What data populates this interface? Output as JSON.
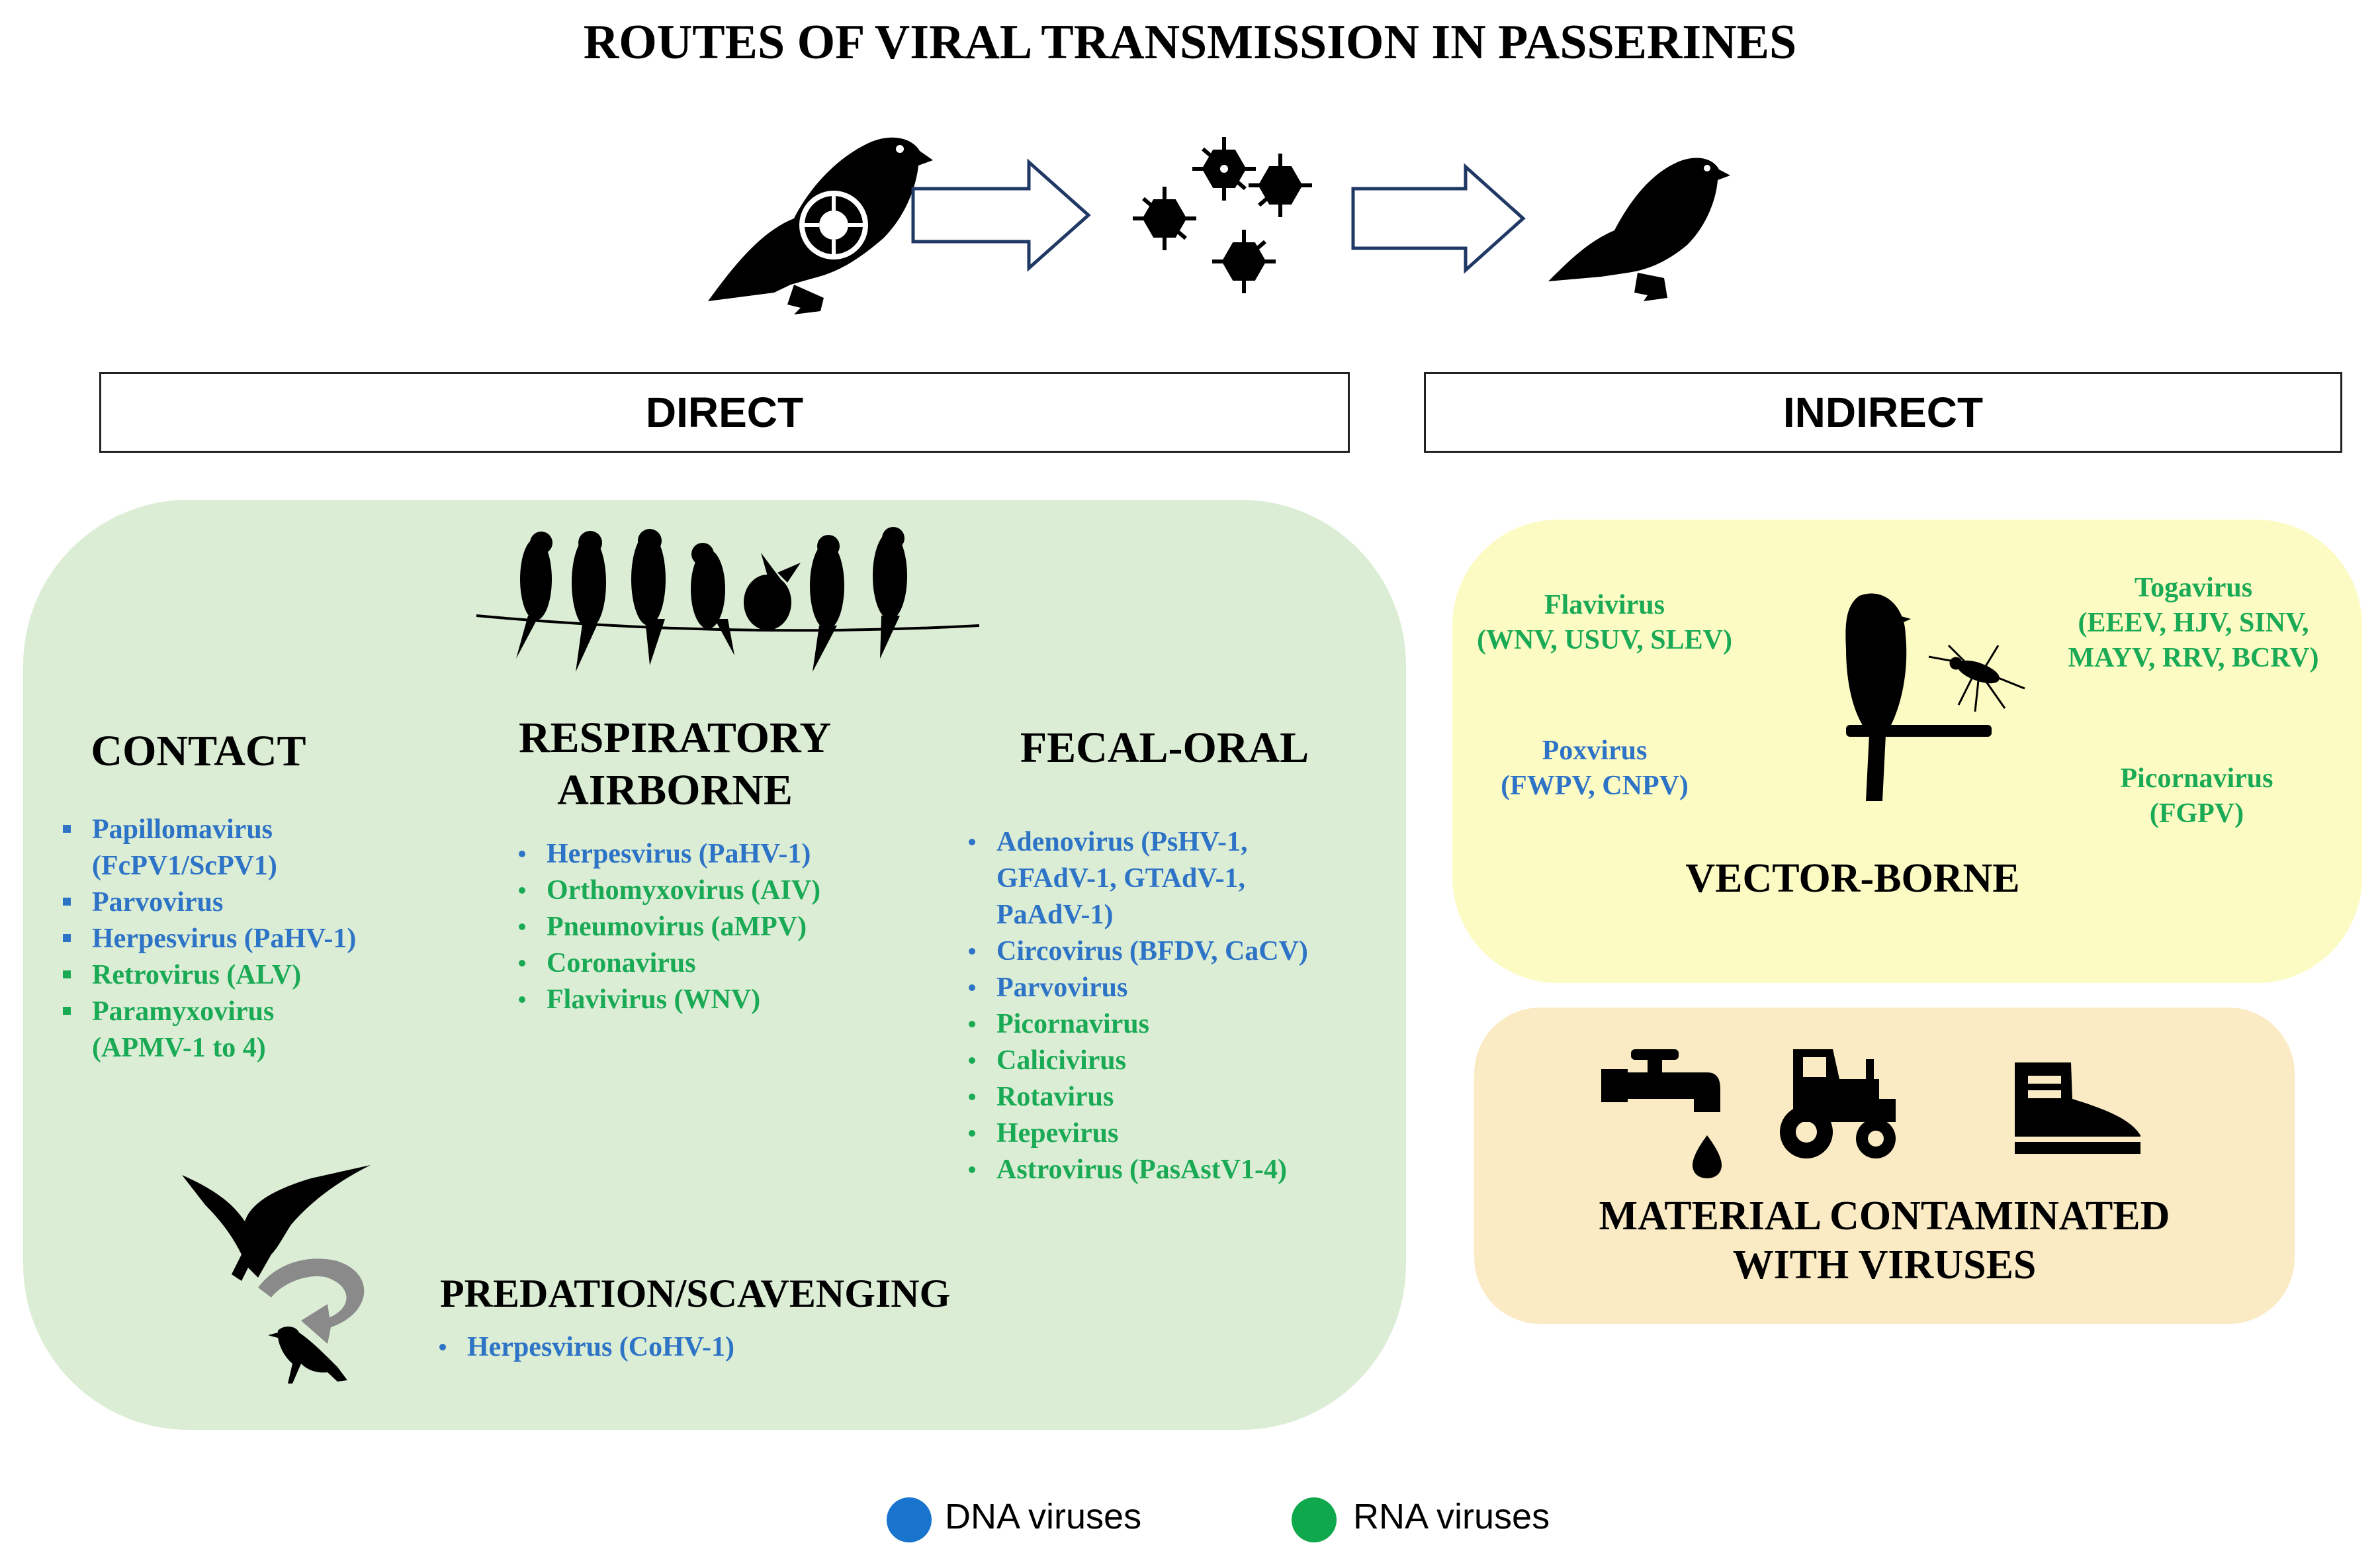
{
  "title": "ROUTES OF VIRAL TRANSMISSION IN PASSERINES",
  "colors": {
    "dna": "#2e74c6",
    "rna": "#1aaa55",
    "direct_bg": "#dcedd5",
    "vector_bg": "#fdfbc4",
    "material_bg": "#fbebc4"
  },
  "headers": {
    "direct": "DIRECT",
    "indirect": "INDIRECT"
  },
  "contact": {
    "title": "CONTACT",
    "items": [
      {
        "l1": "Papillomavirus",
        "l2": "(FcPV1/ScPV1)",
        "type": "dna"
      },
      {
        "l1": "Parvovirus",
        "l2": "",
        "type": "dna"
      },
      {
        "l1": "Herpesvirus (PaHV-1)",
        "l2": "",
        "type": "dna"
      },
      {
        "l1": "Retrovirus (ALV)",
        "l2": "",
        "type": "rna"
      },
      {
        "l1": "Paramyxovirus",
        "l2": "(APMV-1 to 4)",
        "type": "rna"
      }
    ]
  },
  "respiratory": {
    "title_line1": "RESPIRATORY",
    "title_line2": "AIRBORNE",
    "items": [
      {
        "l1": "Herpesvirus (PaHV-1)",
        "type": "dna"
      },
      {
        "l1": "Orthomyxovirus (AIV)",
        "type": "rna"
      },
      {
        "l1": "Pneumovirus (aMPV)",
        "type": "rna"
      },
      {
        "l1": "Coronavirus",
        "type": "rna"
      },
      {
        "l1": "Flavivirus (WNV)",
        "type": "rna"
      }
    ]
  },
  "fecal": {
    "title": "FECAL-ORAL",
    "items": [
      {
        "l1": "Adenovirus (PsHV-1,",
        "l2": "GFAdV-1, GTAdV-1,",
        "l3": "PaAdV-1)",
        "type": "dna"
      },
      {
        "l1": "Circovirus (BFDV, CaCV)",
        "type": "dna"
      },
      {
        "l1": "Parvovirus",
        "type": "dna"
      },
      {
        "l1": "Picornavirus",
        "type": "rna"
      },
      {
        "l1": "Calicivirus",
        "type": "rna"
      },
      {
        "l1": "Rotavirus",
        "type": "rna"
      },
      {
        "l1": "Hepevirus",
        "type": "rna"
      },
      {
        "l1": "Astrovirus (PasAstV1-4)",
        "type": "rna"
      }
    ]
  },
  "predation": {
    "title": "PREDATION/SCAVENGING",
    "items": [
      {
        "l1": "Herpesvirus (CoHV-1)",
        "type": "dna"
      }
    ]
  },
  "vector": {
    "title": "VECTOR-BORNE",
    "flavivirus": {
      "l1": "Flavivirus",
      "l2": "(WNV, USUV, SLEV)"
    },
    "poxvirus": {
      "l1": "Poxvirus",
      "l2": "(FWPV, CNPV)"
    },
    "togavirus": {
      "l1": "Togavirus",
      "l2": "(EEEV, HJV,  SINV,",
      "l3": "MAYV, RRV, BCRV)"
    },
    "picornavirus": {
      "l1": "Picornavirus",
      "l2": "(FGPV)"
    }
  },
  "material": {
    "title_line1": "MATERIAL CONTAMINATED",
    "title_line2": "WITH VIRUSES"
  },
  "legend": {
    "dna": "DNA viruses",
    "rna": "RNA viruses"
  }
}
